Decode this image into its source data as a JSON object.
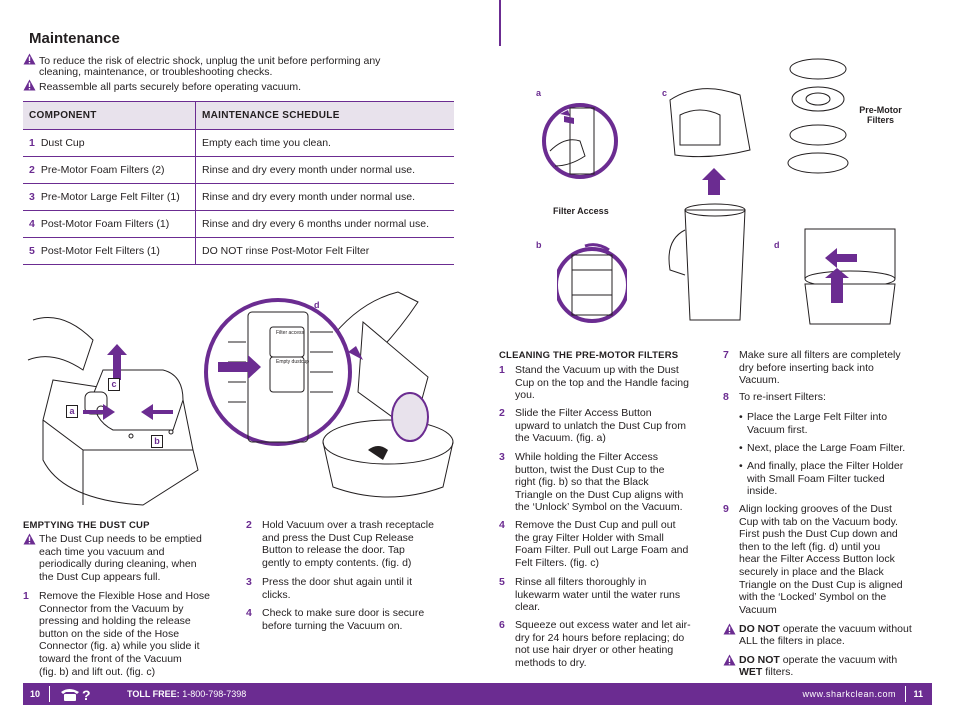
{
  "title": "Maintenance",
  "warnings": [
    "To reduce the risk of electric shock, unplug the unit before performing any",
    "cleaning, maintenance, or troubleshooting checks.",
    "Reassemble all parts securely before operating vacuum."
  ],
  "table": {
    "headers": [
      "COMPONENT",
      "MAINTENANCE SCHEDULE"
    ],
    "rows": [
      {
        "num": "1",
        "component": "Dust Cup",
        "schedule": "Empty each time you clean."
      },
      {
        "num": "2",
        "component": "Pre-Motor Foam Filters (2)",
        "schedule": "Rinse and dry every month under normal use."
      },
      {
        "num": "3",
        "component": "Pre-Motor Large Felt Filter (1)",
        "schedule": "Rinse and dry every month under normal use."
      },
      {
        "num": "4",
        "component": "Post-Motor Foam Filters (1)",
        "schedule": "Rinse and dry every 6 months under normal use."
      },
      {
        "num": "5",
        "component": "Post-Motor Felt Filters (1)",
        "schedule": "DO NOT rinse Post-Motor Felt Filter"
      }
    ]
  },
  "left_figures": {
    "labels": {
      "a": "a",
      "b": "b",
      "c": "c",
      "d": "d"
    },
    "door_labels": [
      "Filter access",
      "Empty dustcup"
    ]
  },
  "emptying": {
    "heading": "EMPTYING THE DUST CUP",
    "warning": [
      "The Dust Cup needs to be emptied",
      "each time you vacuum and",
      "periodically during cleaning, when",
      "the Dust Cup appears full."
    ],
    "steps": [
      {
        "n": "1",
        "lines": [
          "Remove the Flexible Hose and Hose",
          "Connector from the Vacuum by",
          "pressing and holding the release",
          "button on the side of the Hose",
          "Connector (fig. a) while you slide it",
          "toward the front of the Vacuum",
          "(fig. b) and lift out. (fig. c)"
        ]
      },
      {
        "n": "2",
        "lines": [
          "Hold Vacuum over a trash receptacle",
          "and press the Dust Cup Release",
          "Button to release the door. Tap",
          "gently to empty contents. (fig. d)"
        ]
      },
      {
        "n": "3",
        "lines": [
          "Press the door shut again until it",
          "clicks."
        ]
      },
      {
        "n": "4",
        "lines": [
          "Check to make sure door is secure",
          "before turning the Vacuum on."
        ]
      }
    ]
  },
  "right_figures": {
    "labels": {
      "a": "a",
      "b": "b",
      "c": "c",
      "d": "d"
    },
    "filter_access": "Filter Access",
    "pre_motor": [
      "Pre-Motor",
      "Filters"
    ]
  },
  "cleaning": {
    "heading": "CLEANING THE PRE-MOTOR FILTERS",
    "steps_left": [
      {
        "n": "1",
        "lines": [
          "Stand the Vacuum up with the Dust",
          "Cup on the top and the Handle facing",
          "you."
        ]
      },
      {
        "n": "2",
        "lines": [
          "Slide the Filter Access Button",
          "upward to unlatch the Dust Cup from",
          "the Vacuum. (fig. a)"
        ]
      },
      {
        "n": "3",
        "lines": [
          "While holding the Filter Access",
          "button, twist the Dust Cup to the",
          "right (fig. b) so that the Black",
          "Triangle on the Dust Cup aligns with",
          "the ‘Unlock’ Symbol on the Vacuum."
        ]
      },
      {
        "n": "4",
        "lines": [
          "Remove the Dust Cup and pull out",
          "the gray Filter Holder with Small",
          "Foam Filter. Pull out Large Foam and",
          "Felt Filters. (fig. c)"
        ]
      },
      {
        "n": "5",
        "lines": [
          "Rinse all filters thoroughly in",
          "lukewarm water until the water runs",
          "clear."
        ]
      },
      {
        "n": "6",
        "lines": [
          "Squeeze out excess water and let air-",
          "dry for 24 hours before replacing; do",
          "not use hair dryer or other heating",
          "methods to dry."
        ]
      }
    ],
    "steps_right": [
      {
        "n": "7",
        "lines": [
          "Make sure all filters are completely",
          "dry before inserting back into",
          "Vacuum."
        ]
      },
      {
        "n": "8",
        "lines": [
          "To re-insert Filters:"
        ]
      },
      {
        "n": "9",
        "lines": [
          "Align locking grooves of the Dust",
          "Cup with tab on the Vacuum body.",
          "First push the Dust Cup down and",
          "then to the left (fig. d) until you",
          "hear the Filter Access Button lock",
          "securely in place and the Black",
          "Triangle on the Dust Cup is aligned",
          "with the ‘Locked’ Symbol on the",
          "Vacuum"
        ]
      }
    ],
    "bullets": [
      [
        "Place the Large Felt Filter into",
        "Vacuum first."
      ],
      [
        "Next, place the Large Foam Filter."
      ],
      [
        "And finally, place the Filter Holder",
        "with Small Foam Filter tucked",
        "inside."
      ]
    ],
    "warn1": {
      "bold": "DO NOT",
      "rest": " operate the vacuum without",
      "line2": "ALL the filters in place."
    },
    "warn2": {
      "bold": "DO NOT",
      "rest": " operate the vacuum with",
      "bold2": "WET",
      "rest2": " filters."
    }
  },
  "footer": {
    "page_left": "10",
    "phone_icon": "phone-question-icon",
    "toll_label": "TOLL FREE:",
    "toll_number": "1-800-798-7398",
    "website": "www.sharkclean.com",
    "page_right": "11"
  },
  "colors": {
    "accent": "#6b2c91",
    "header_bg": "#e8e2ec"
  }
}
